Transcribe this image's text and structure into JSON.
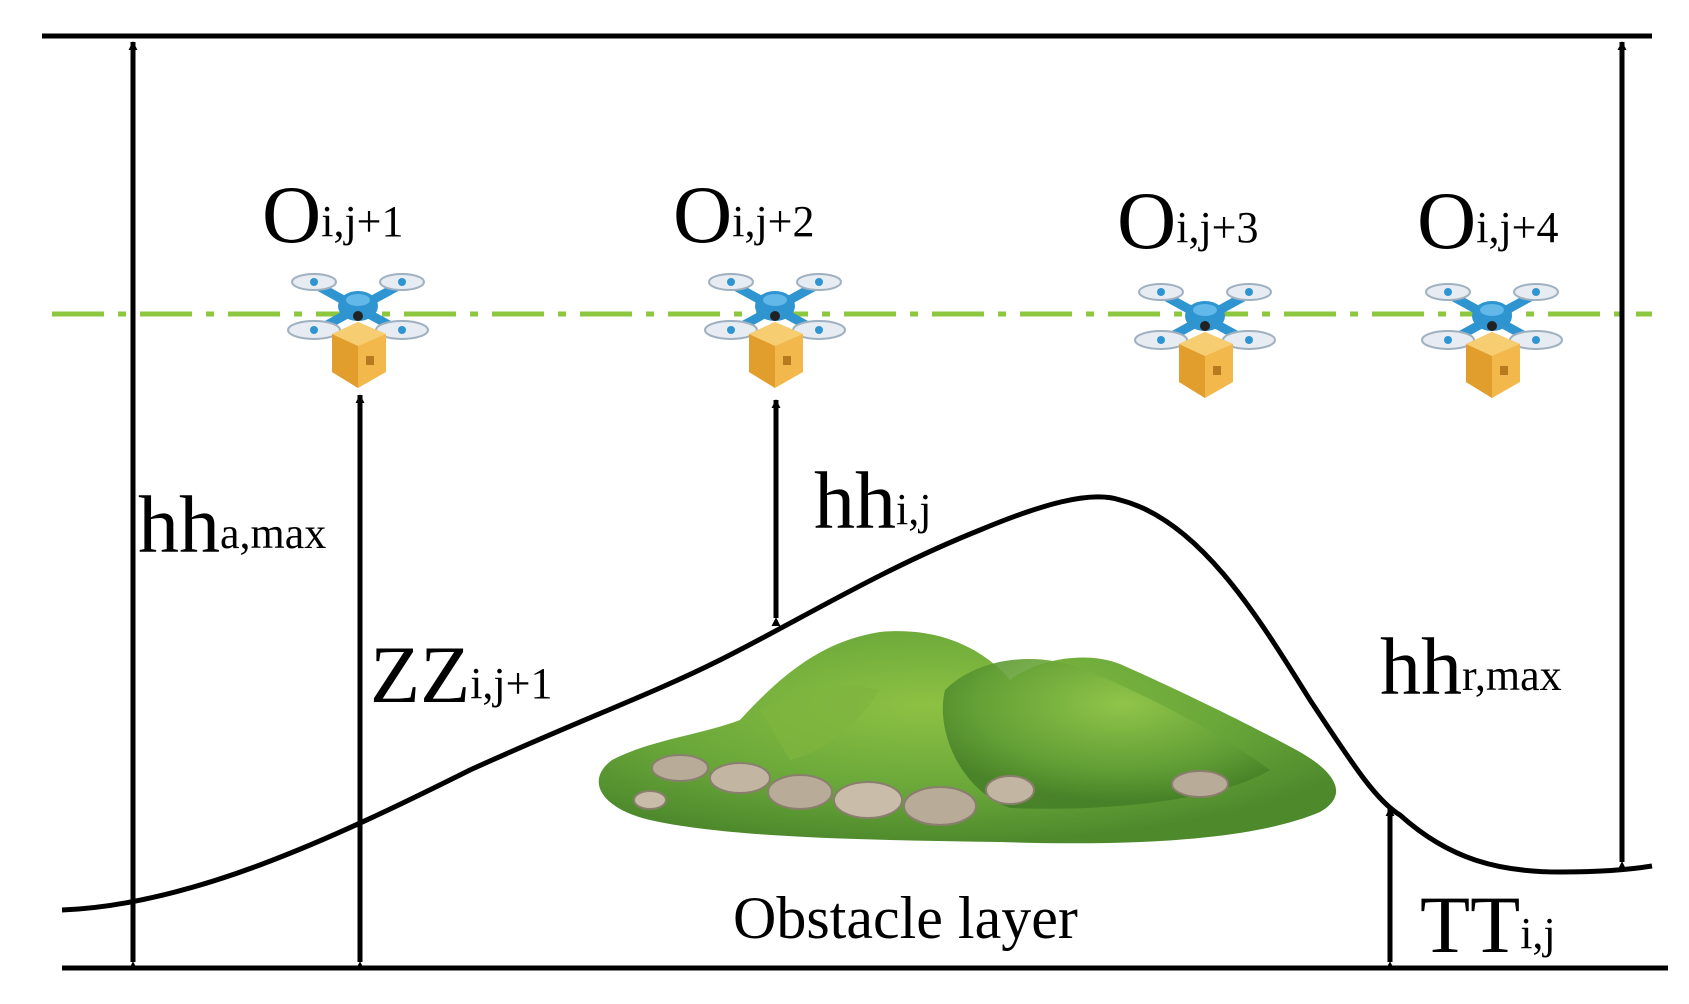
{
  "drones": [
    {
      "main": "O",
      "sub": "i,j+1"
    },
    {
      "main": "O",
      "sub": "i,j+2"
    },
    {
      "main": "O",
      "sub": "i,j+3"
    },
    {
      "main": "O",
      "sub": "i,j+4"
    }
  ],
  "labels": {
    "ha_max": {
      "main": "hh",
      "sub": "a,max"
    },
    "h_ij": {
      "main": "hh",
      "sub": "i,j"
    },
    "z_ij1": {
      "main": "ZZ",
      "sub": "i,j+1"
    },
    "hr_max": {
      "main": "hh",
      "sub": "r,max"
    },
    "t_ij": {
      "main": "TT",
      "sub": "i,j"
    },
    "obstacle_layer": "Obstacle layer"
  },
  "colors": {
    "flight_path_line": "#8dc63f",
    "drone_body": "#2f95d1",
    "drone_rotor": "#d4dde6",
    "package_box": "#f2b84b",
    "hill_green": "#6aa83a",
    "hill_rocks": "#b8ab98",
    "lines": "#000000"
  }
}
